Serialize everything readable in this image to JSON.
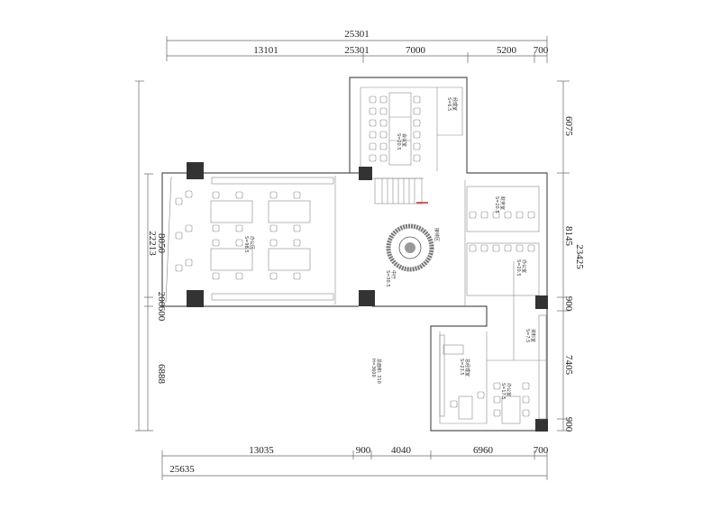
{
  "dimensions": {
    "top_overall": "25301",
    "top_segments": [
      "13101",
      "25301",
      "7000",
      "5200",
      "700"
    ],
    "bottom_segments": [
      "13035",
      "900",
      "4040",
      "6960",
      "700"
    ],
    "bottom_overall": "25635",
    "left_overall": "22213",
    "left_segments": [
      "8050",
      "200",
      "600",
      "6888"
    ],
    "right_segments": [
      "6075",
      "8145",
      "900",
      "7405",
      "900"
    ],
    "right_overall": "23425"
  },
  "rooms": {
    "meeting": "会议室",
    "meeting_area": "S=20.5",
    "small_room": "经理室",
    "small_area": "S=6.5",
    "open_office": "办公区",
    "open_office_area": "S=98.5",
    "lobby": "中厅",
    "lobby_area": "S=30.5",
    "reception": "接待区",
    "office_a": "财务室",
    "office_a_area": "S=20.5",
    "office_b": "办公室",
    "office_b_area": "S=20.5",
    "storage": "资料室",
    "storage_area": "S=7.5",
    "gm": "总经理室",
    "gm_area": "S=23.5",
    "office_c": "办公室",
    "office_c_area": "S=17.5",
    "total": "总面积: 310",
    "scale": "H=3600"
  }
}
